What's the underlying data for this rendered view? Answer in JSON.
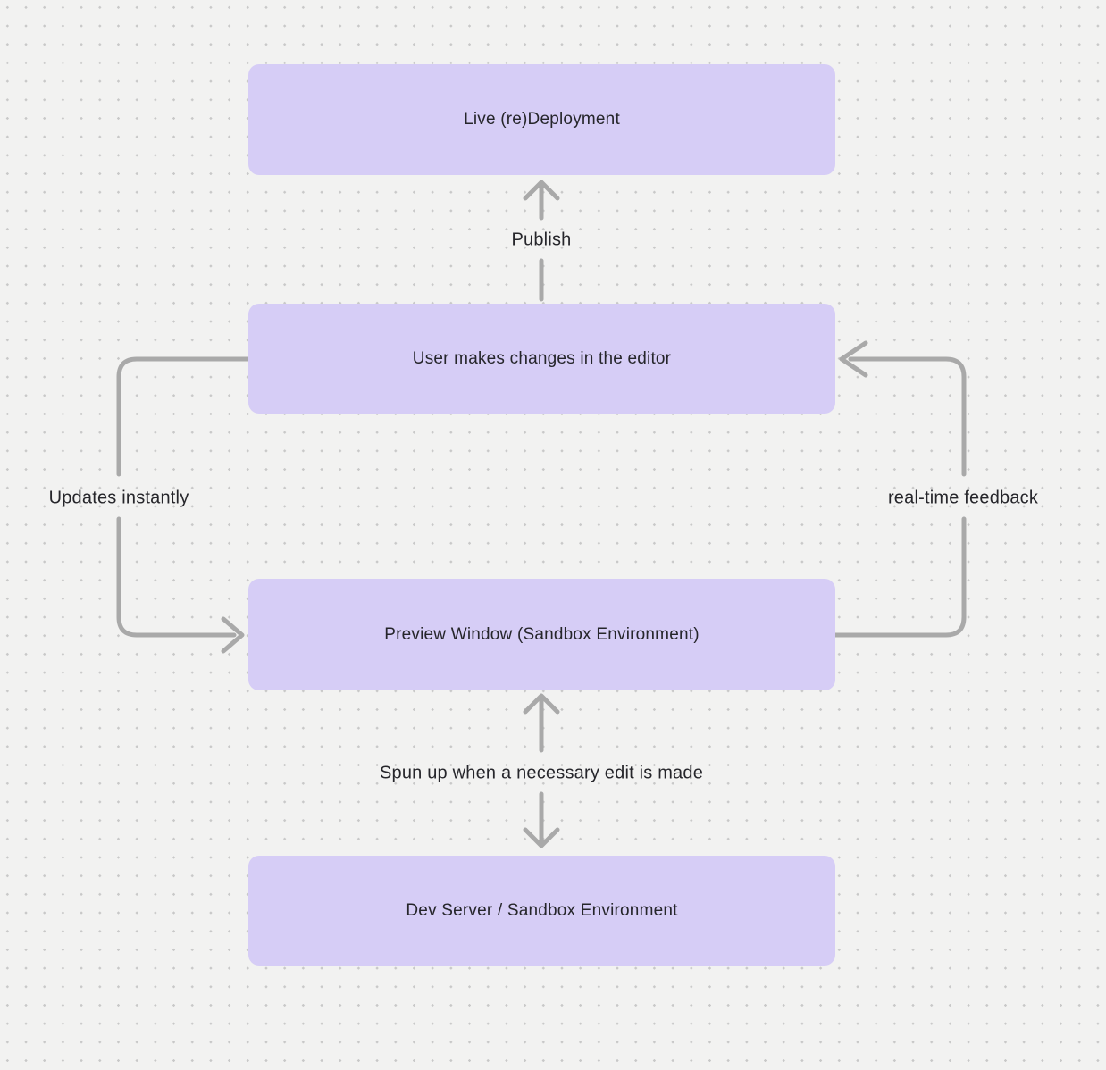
{
  "theme": {
    "canvas_background": "#f2f2f1",
    "dot_grid_color": "#c8c8c8",
    "node_fill": "#d6cdf6",
    "node_text_color": "#26262b",
    "connector_color": "#a9a9a9",
    "edge_label_color": "#26262b"
  },
  "nodes": [
    {
      "id": "live-redeployment",
      "label": "Live (re)Deployment"
    },
    {
      "id": "user-editor",
      "label": "User makes changes in the editor"
    },
    {
      "id": "preview-window",
      "label": "Preview Window (Sandbox Environment)"
    },
    {
      "id": "dev-server",
      "label": "Dev Server / Sandbox Environment"
    }
  ],
  "edges": [
    {
      "id": "publish",
      "label": "Publish",
      "from": "user-editor",
      "to": "live-redeployment",
      "direction": "up"
    },
    {
      "id": "updates-instantly",
      "label": "Updates instantly",
      "from": "user-editor",
      "to": "preview-window",
      "direction": "left-loop"
    },
    {
      "id": "real-time-feedback",
      "label": "real-time feedback",
      "from": "preview-window",
      "to": "user-editor",
      "direction": "right-loop"
    },
    {
      "id": "spun-up",
      "label": "Spun up when a necessary edit is made",
      "from": "preview-window",
      "to": "dev-server",
      "direction": "bidirectional"
    }
  ]
}
